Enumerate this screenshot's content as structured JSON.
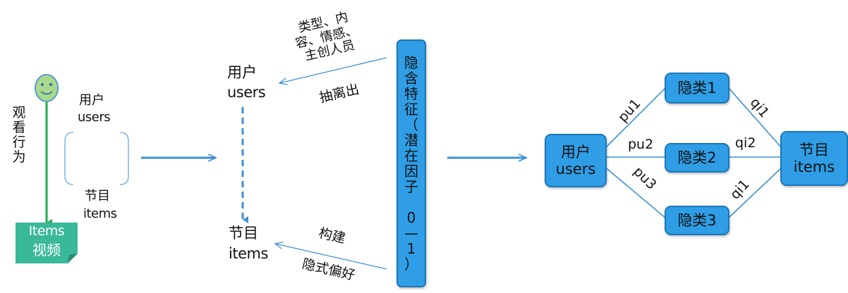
{
  "left": {
    "behavior_label": "观\n看\n行\n为",
    "user_cn": "用户",
    "user_en": "users",
    "item_cn": "节目",
    "item_en": "items",
    "video_line1": "Items",
    "video_line2": "视频"
  },
  "middle": {
    "user_cn": "用户",
    "user_en": "users",
    "item_cn": "节目",
    "item_en": "items",
    "features_top": "类型、内\n容、情感、\n主创人员",
    "extract_label": "抽离出",
    "construct_label": "构建",
    "implicit_pref_label": "隐式偏好",
    "latent_bar": "隐\n含\n特\n征\n（\n潜\n在\n因\n子\n\n0\n—\n1\n）"
  },
  "right": {
    "user_box": "用户\nusers",
    "item_box": "节目\nitems",
    "latent1": "隐类1",
    "latent2": "隐类2",
    "latent3": "隐类3",
    "pu1": "pu1",
    "pu2": "pu2",
    "pu3": "pu3",
    "qi1_top": "qi1",
    "qi2": "qi2",
    "qi1_bottom": "qi1"
  },
  "colors": {
    "arrow_blue": "#3d8fd6",
    "box_fill": "#2f9ee6",
    "box_border": "#1b77b8",
    "green_line": "#21a84a",
    "video_fill": "#3ab89a",
    "smiley_fill": "#a9d98a"
  },
  "icons": {
    "smiley": "smiley-face-icon",
    "video": "video-sticker-icon"
  }
}
